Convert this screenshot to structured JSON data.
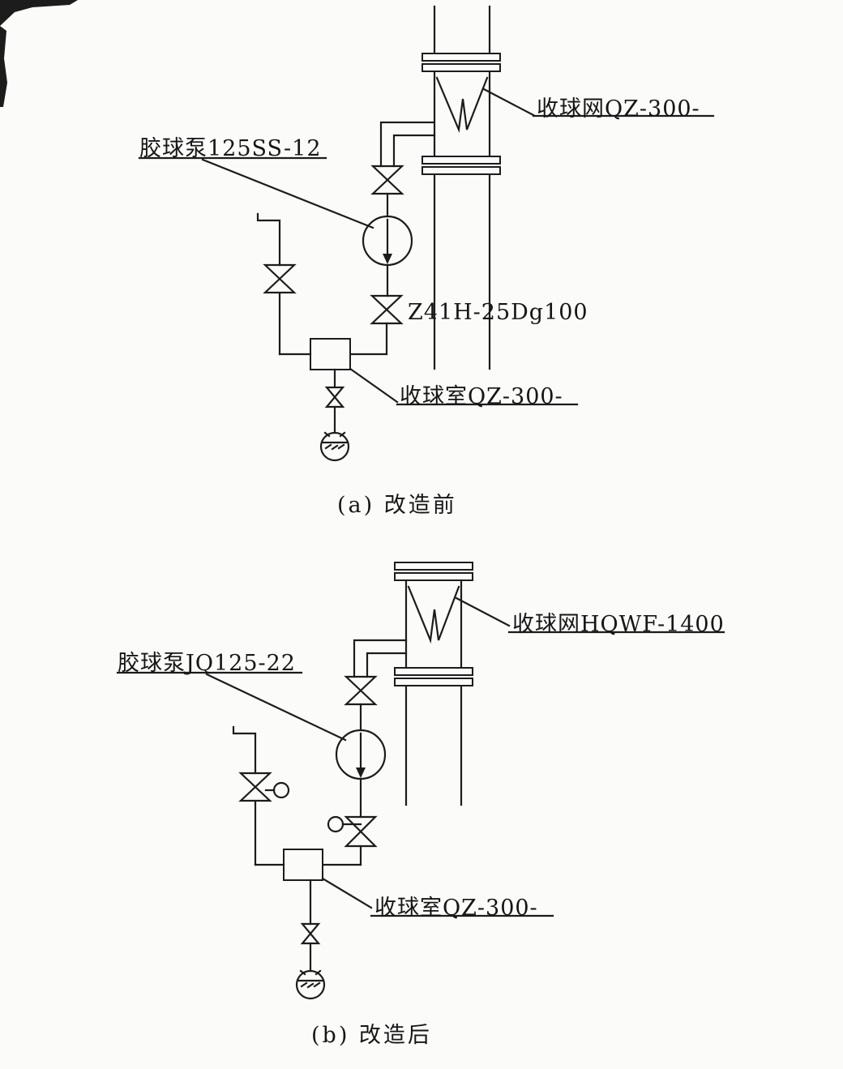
{
  "colors": {
    "background": "#fbfbf9",
    "line": "#1c1c1c",
    "text": "#161616"
  },
  "figure_a": {
    "caption": "(a) 改造前",
    "pump_label": "胶球泵125SS-12",
    "net_label": "收球网QZ-300-",
    "valve_label": "Z41H-25Dg100",
    "chamber_label": "收球室QZ-300-"
  },
  "figure_b": {
    "caption": "(b) 改造后",
    "pump_label": "胶球泵JQ125-22",
    "net_label": "收球网HQWF-1400",
    "chamber_label": "收球室QZ-300-"
  }
}
